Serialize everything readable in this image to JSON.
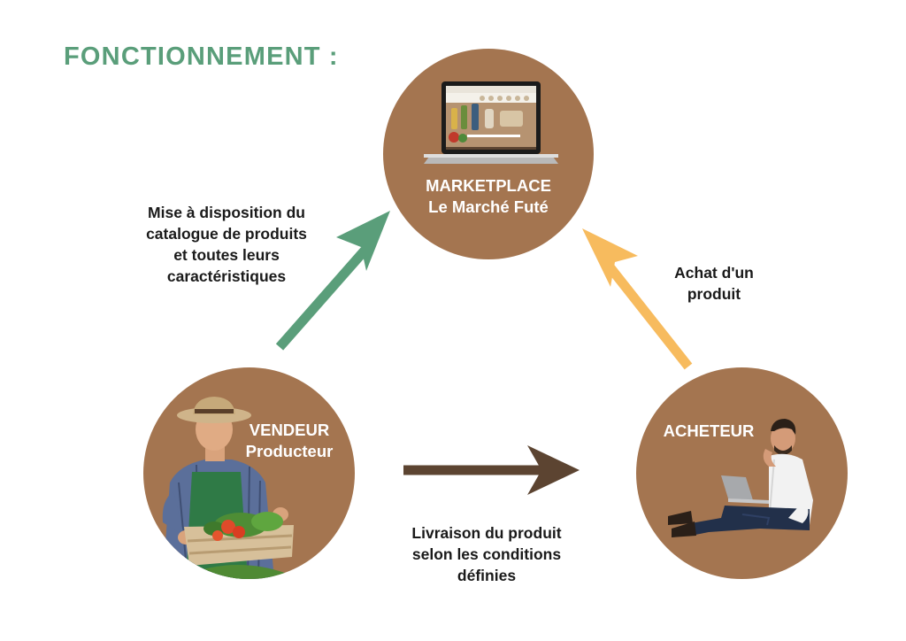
{
  "title": "FONCTIONNEMENT :",
  "nodes": {
    "marketplace": {
      "line1": "MARKETPLACE",
      "line2": "Le Marché Futé",
      "icon": "laptop-icon"
    },
    "vendor": {
      "line1": "VENDEUR",
      "line2": "Producteur",
      "icon": "farmer-with-vegetables-crate-icon"
    },
    "buyer": {
      "line1": "ACHETEUR",
      "icon": "man-with-laptop-icon"
    }
  },
  "arrows": {
    "vendor_to_marketplace": {
      "color": "#5a9e7a",
      "lines": [
        "Mise à disposition du",
        "catalogue de produits",
        "et toutes leurs",
        "caractéristiques"
      ]
    },
    "buyer_to_marketplace": {
      "color": "#f7bb5e",
      "lines": [
        "Achat d'un",
        "produit"
      ]
    },
    "vendor_to_buyer": {
      "color": "#5c4431",
      "lines": [
        "Livraison du produit",
        "selon les conditions",
        "définies"
      ]
    }
  },
  "colors": {
    "circle": "#a47550",
    "title": "#5a9e7a",
    "text": "#1a1a1a"
  }
}
